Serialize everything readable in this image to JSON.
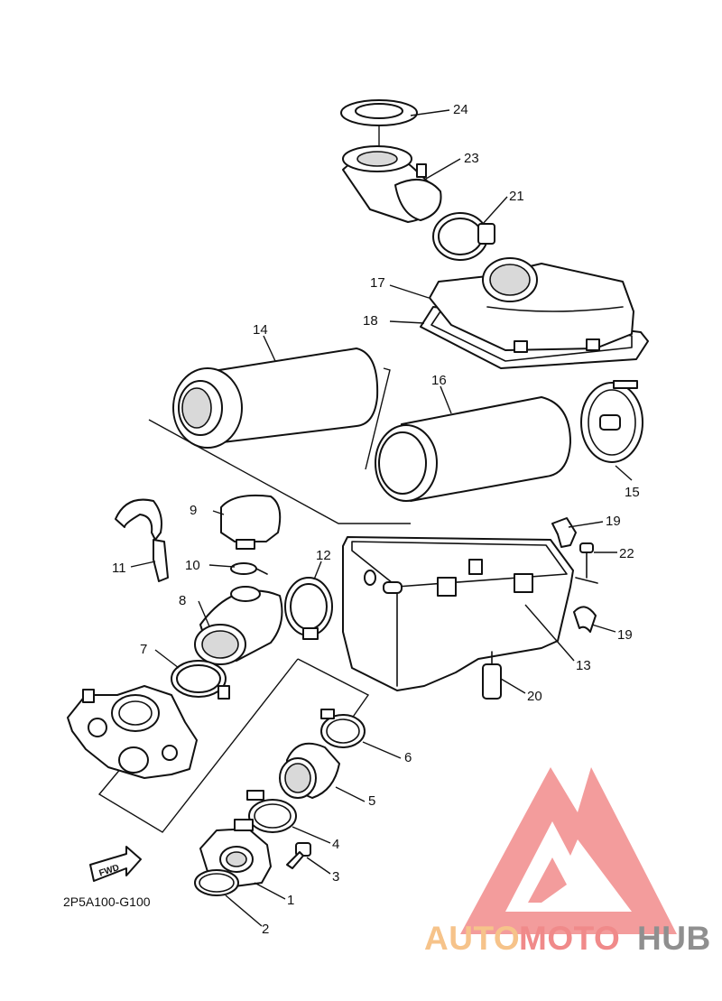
{
  "diagram_code": "2P5A100-G100",
  "fwd_label": "FWD",
  "callouts": [
    "1",
    "2",
    "3",
    "4",
    "5",
    "6",
    "7",
    "8",
    "9",
    "10",
    "11",
    "12",
    "13",
    "14",
    "15",
    "16",
    "17",
    "18",
    "19",
    "19",
    "20",
    "21",
    "22",
    "23",
    "24"
  ],
  "watermark": {
    "part1": "AUTO",
    "part2": "MOTO",
    "part3": "HUB",
    "colors": {
      "auto": "#f6c38a",
      "moto": "#f08a8a",
      "hub": "#8f8f8f",
      "logo": "#f28c8c"
    }
  }
}
